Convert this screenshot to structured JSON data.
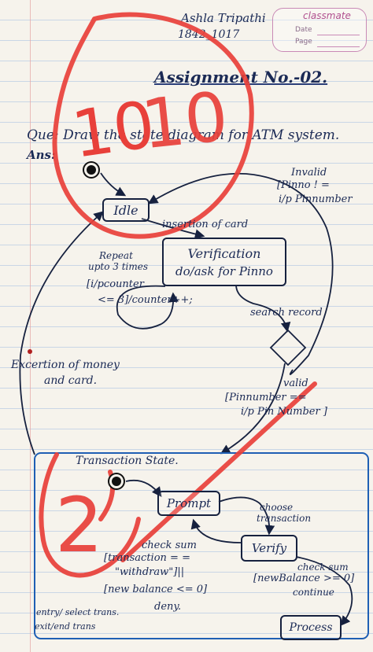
{
  "header": {
    "brand": "classmate",
    "date_label": "Date",
    "page_label": "Page",
    "name": "Ashla Tripathi",
    "roll": "1842_1017"
  },
  "title": "Assignment No.-02.",
  "question": "Que: Draw the state diagram for ATM system.",
  "answer_label": "Ans:",
  "grade_marks": {
    "score": "10",
    "total": "10",
    "tick_mark": "2"
  },
  "states": {
    "idle": "Idle",
    "verification_line1": "Verification",
    "verification_line2": "do/ask for Pinno",
    "transaction_state": "Transaction State.",
    "prompt": "Prompt",
    "verify": "Verify",
    "process": "Process"
  },
  "transitions": {
    "invalid_line1": "Invalid",
    "invalid_line2": "[Pinno ! =",
    "invalid_line3": "i/p Pinnumber",
    "insertion": "insertion of card",
    "repeat_line1": "Repeat",
    "repeat_line2": "upto 3 times",
    "counter_line1": "[i/pcounter",
    "counter_line2": "<= 3]/counter++;",
    "search": "search record",
    "valid_line1": "valid",
    "valid_line2": "[Pinnumber ==",
    "valid_line3": "i/p Pin Number ]",
    "excertion_line1": "Excertion of money",
    "excertion_line2": "and card.",
    "choose_line1": "choose",
    "choose_line2": "transaction",
    "check_left_line1": "check sum",
    "check_left_line2": "[transaction = =",
    "check_left_line3": "\"withdraw\"]||",
    "check_left_line4": "[new balance <= 0]",
    "deny": "deny.",
    "check_right_line1": "check sum",
    "check_right_line2": "[newBalance >= 0]",
    "continue": "continue",
    "entry": "entry/ select trans.",
    "exit": "exit/end trans"
  },
  "colors": {
    "ink": "#1b2a55",
    "blue_box": "#1f5fb4",
    "grade_red": "#e8403a",
    "ruling": "#c9d6e6"
  }
}
